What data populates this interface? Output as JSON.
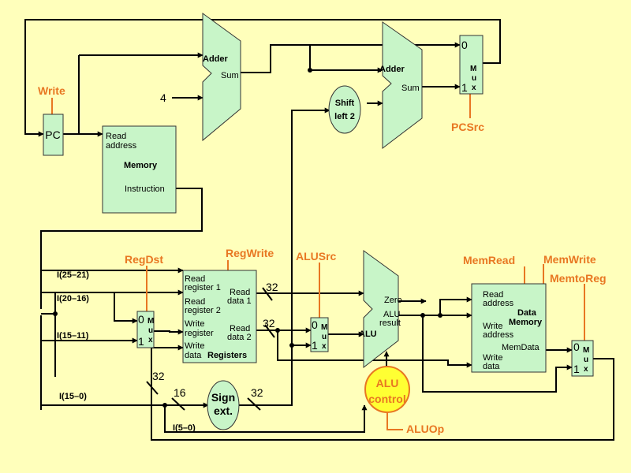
{
  "blocks": {
    "pc": "PC",
    "adder1": "Adder",
    "adder1_sum": "Sum",
    "four": "4",
    "adder2": "Adder",
    "adder2_sum": "Sum",
    "shift_l1": "Shift",
    "shift_l2": "left 2",
    "imem": {
      "read_address_1": "Read",
      "read_address_2": "address",
      "name": "Memory",
      "instruction": "Instruction"
    },
    "regs": {
      "read_reg1_a": "Read",
      "read_reg1_b": "register 1",
      "read_reg2_a": "Read",
      "read_reg2_b": "register 2",
      "write_reg_a": "Write",
      "write_reg_b": "register",
      "write_data_a": "Write",
      "write_data_b": "data",
      "read_data1_a": "Read",
      "read_data1_b": "data 1",
      "read_data2_a": "Read",
      "read_data2_b": "data 2",
      "name": "Registers"
    },
    "sign_ext_1": "Sign",
    "sign_ext_2": "ext.",
    "alu": {
      "name": "ALU",
      "zero": "Zero",
      "result_1": "ALU",
      "result_2": "result"
    },
    "alu_control_1": "ALU",
    "alu_control_2": "control",
    "dmem": {
      "read_address_1": "Read",
      "read_address_2": "address",
      "name_1": "Data",
      "name_2": "Memory",
      "write_address_1": "Write",
      "write_address_2": "address",
      "memdata": "MemData",
      "write_data_1": "Write",
      "write_data_2": "data"
    },
    "mux": {
      "zero": "0",
      "one": "1",
      "m": "M",
      "u": "u",
      "x": "x"
    }
  },
  "controls": {
    "write": "Write",
    "pcsrc": "PCSrc",
    "regdst": "RegDst",
    "regwrite": "RegWrite",
    "alusrc": "ALUSrc",
    "memread": "MemRead",
    "memwrite": "MemWrite",
    "memtoreg": "MemtoReg",
    "aluop": "ALUOp"
  },
  "wire_labels": {
    "i25_21": "I(25–21)",
    "i20_16": "I(20–16)",
    "i15_11": "I(15–11)",
    "i15_0": "I(15–0)",
    "i5_0": "I(5–0)",
    "w32_rd1": "32",
    "w32_rd2": "32",
    "w32_wd": "32",
    "w16": "16",
    "w32_ext": "32"
  },
  "colors": {
    "background": "#FFFFBB",
    "block_fill": "#C8F5C8",
    "control": "#E87722",
    "alu_control_fill": "#FFFF33"
  }
}
